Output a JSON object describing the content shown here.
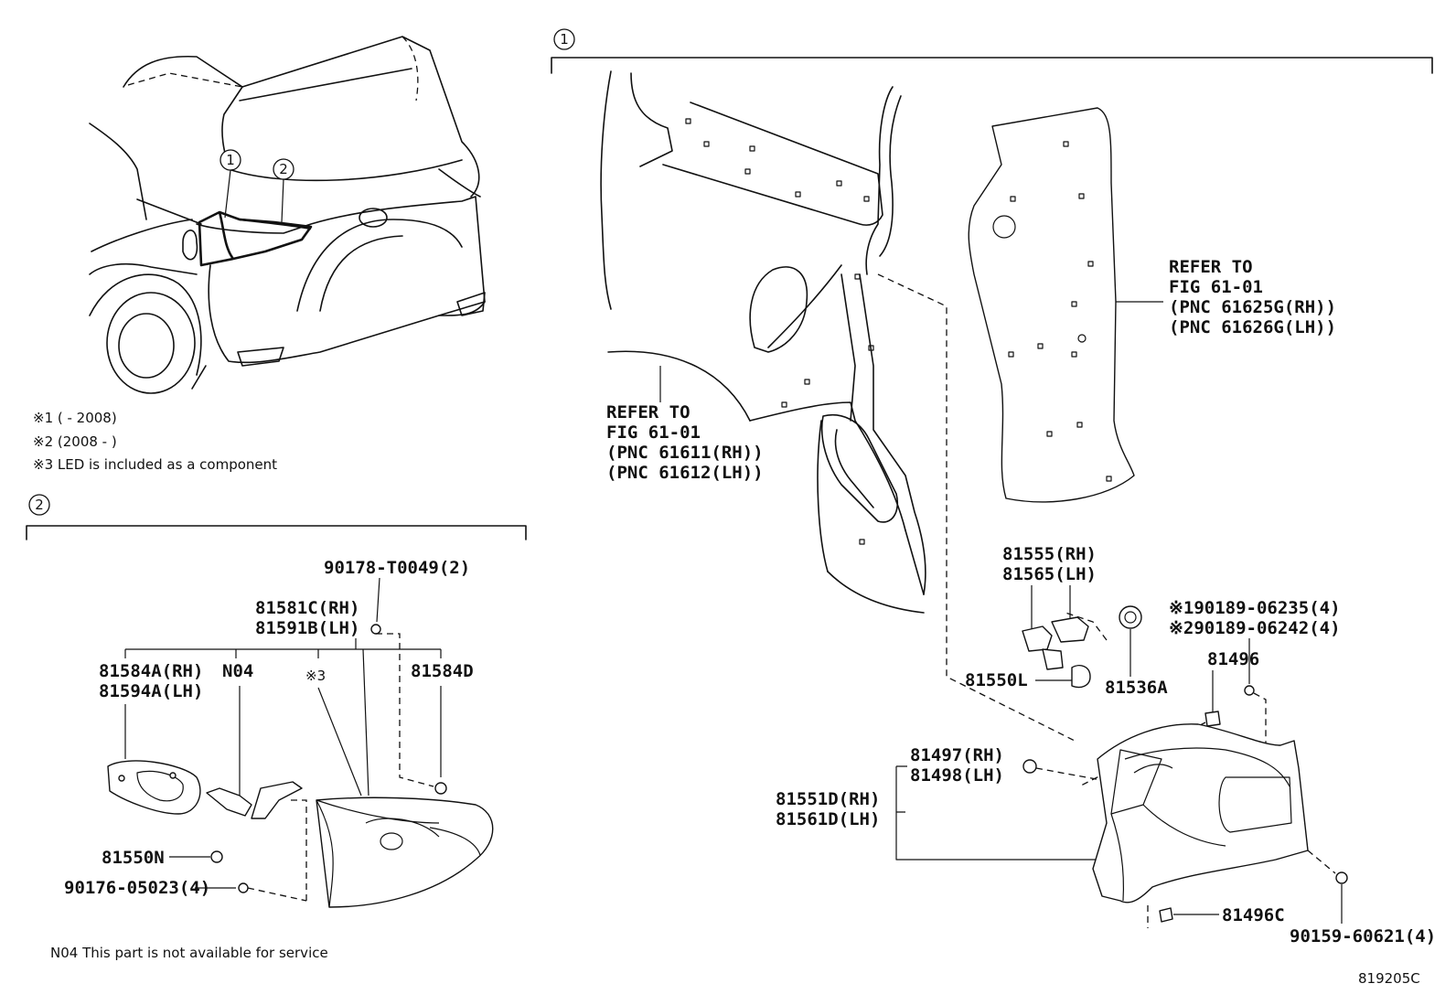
{
  "figure_id": "819205C",
  "callout_1": "1",
  "callout_2": "2",
  "notes": {
    "n1": "※1 (     - 2008)",
    "n2": "※2 (2008 -     )",
    "n3": "※3 LED is included as a component",
    "footer": "N04 This part is not available for service"
  },
  "section1": {
    "refer_upper": [
      "REFER TO",
      "FIG 61-01",
      "(PNC 61625G(RH))",
      "(PNC 61626G(LH))"
    ],
    "refer_lower": [
      "REFER TO",
      "FIG 61-01",
      "(PNC 61611(RH))",
      "(PNC 61612(LH))"
    ],
    "labels": {
      "p81555": "81555(RH)",
      "p81565": "81565(LH)",
      "p81550L": "81550L",
      "p81536A": "81536A",
      "p90189a": "※190189-06235(4)",
      "p90189b": "※290189-06242(4)",
      "p81496": "81496",
      "p81497": "81497(RH)",
      "p81498": "81498(LH)",
      "p81551D": "81551D(RH)",
      "p81561D": "81561D(LH)",
      "p81496C": "81496C",
      "p90159": "90159-60621(4)"
    }
  },
  "section2": {
    "labels": {
      "p90178": "90178-T0049(2)",
      "p81581C": "81581C(RH)",
      "p81591B": "81591B(LH)",
      "p81584A": "81584A(RH)",
      "p81594A": "81594A(LH)",
      "pN04": "N04",
      "pMark3": "※3",
      "p81584D": "81584D",
      "p81550N": "81550N",
      "p90176": "90176-05023(4)"
    }
  }
}
